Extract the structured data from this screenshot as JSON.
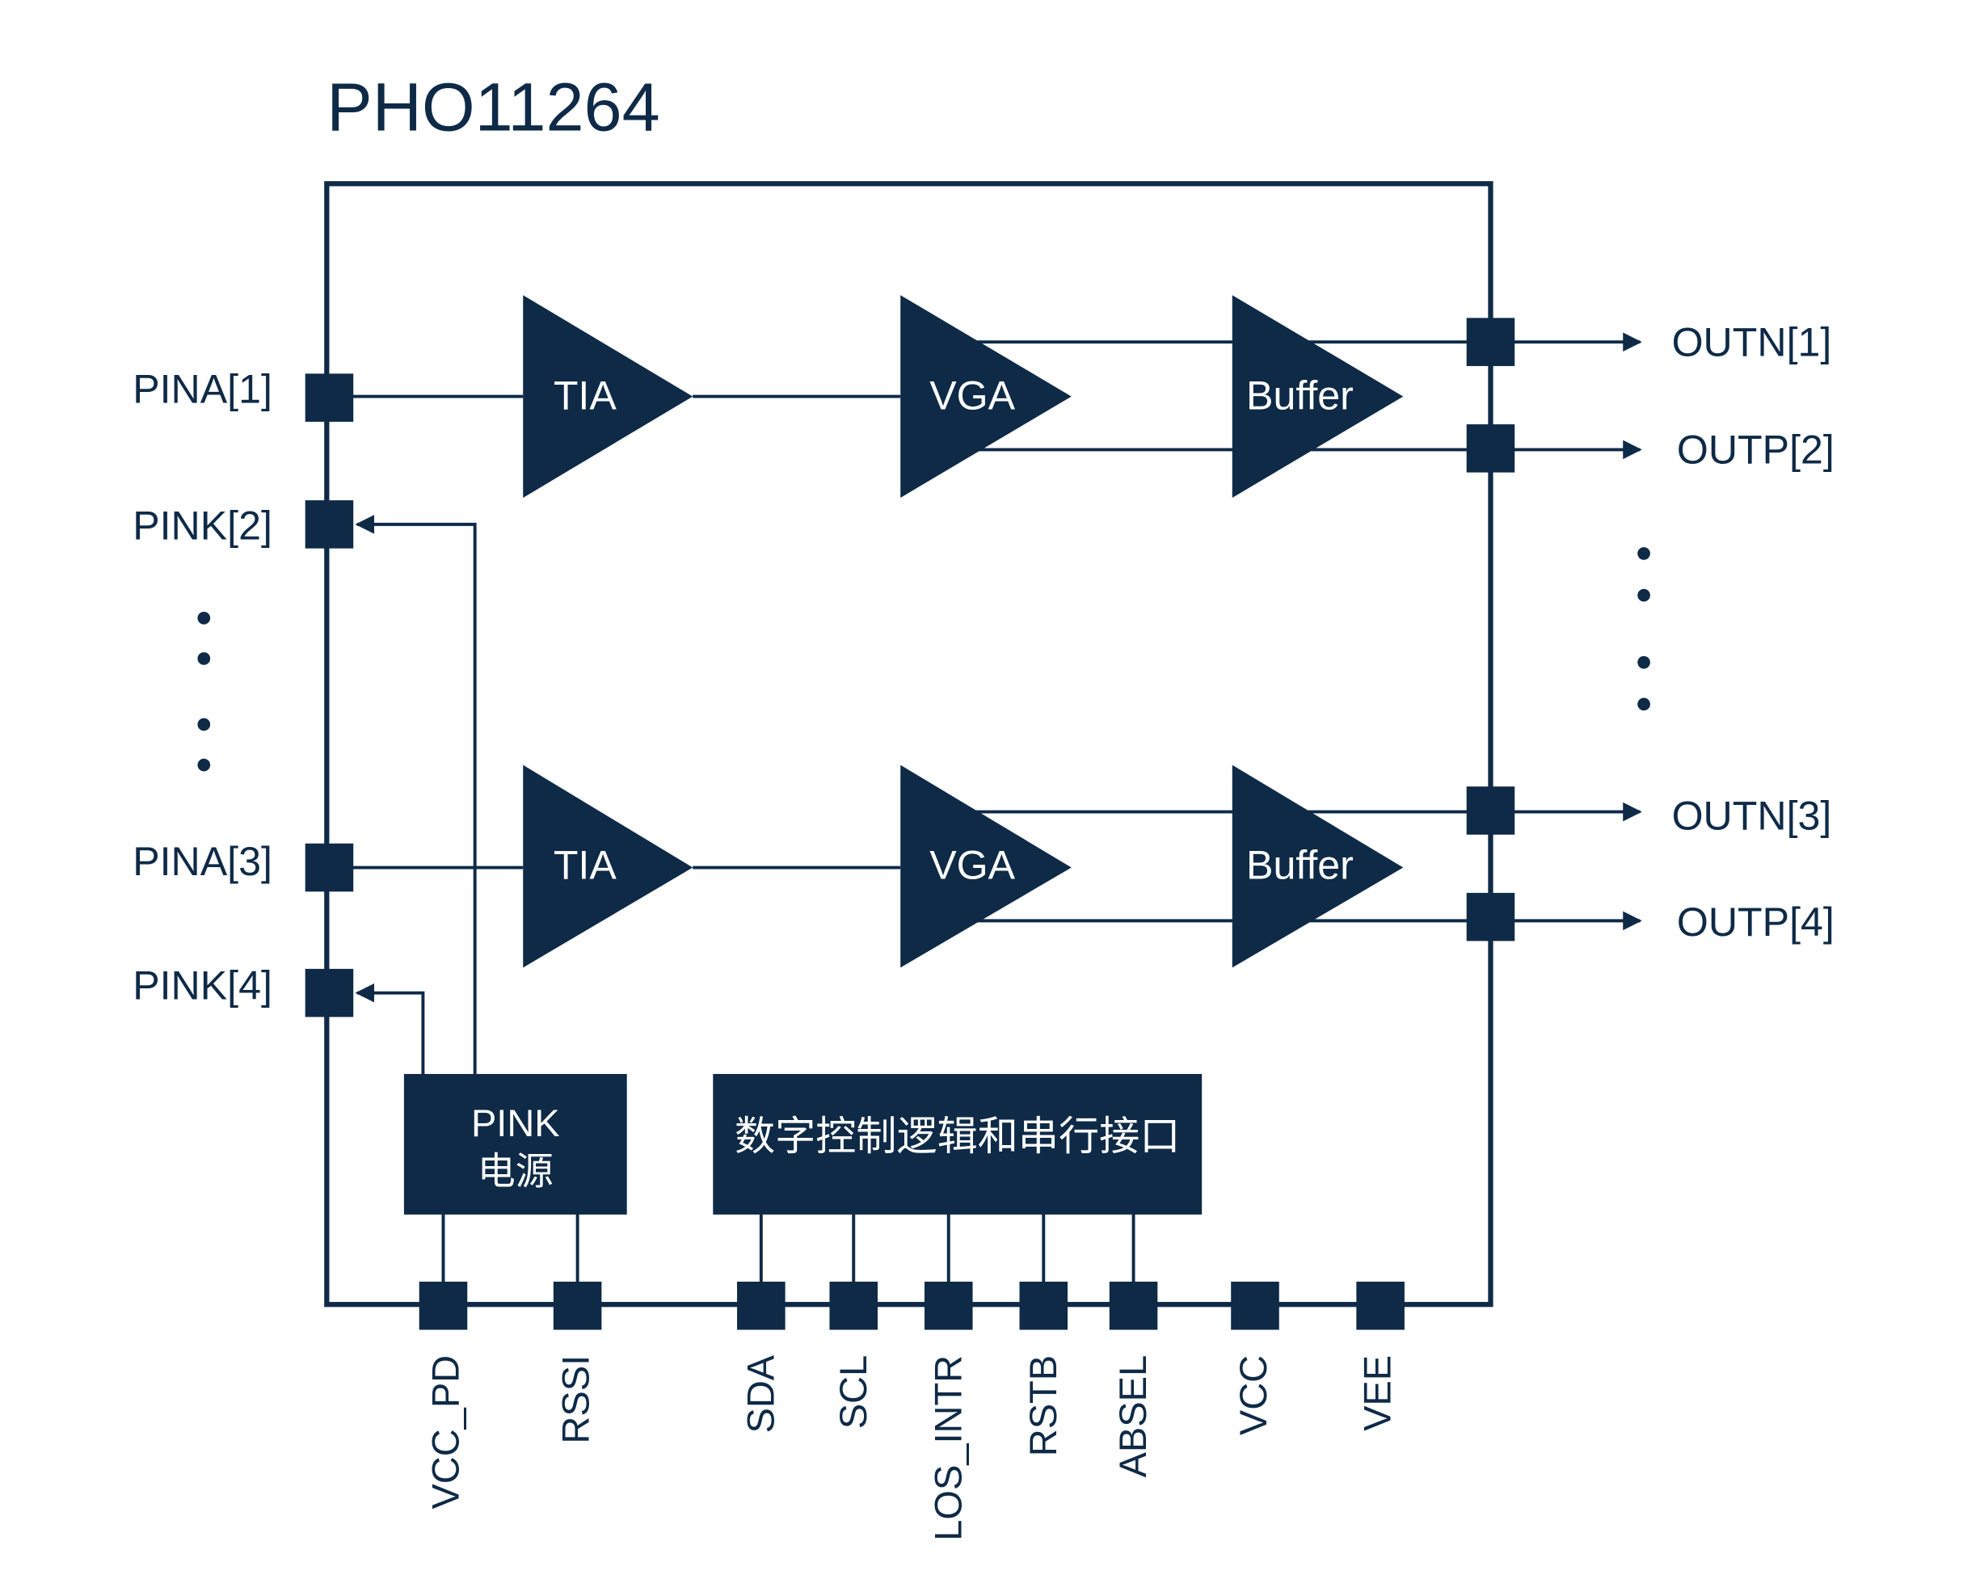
{
  "title": "PHO11264",
  "colors": {
    "primary": "#0e2a47",
    "background": "#ffffff"
  },
  "left_pins": [
    "PINA[1]",
    "PINK[2]",
    "PINA[3]",
    "PINK[4]"
  ],
  "right_pins": [
    "OUTN[1]",
    "OUTP[2]",
    "OUTN[3]",
    "OUTP[4]"
  ],
  "bottom_pins": [
    "VCC_PD",
    "RSSI",
    "SDA",
    "SCL",
    "LOS_INTR",
    "RSTB",
    "ABSEL",
    "VCC",
    "VEE"
  ],
  "blocks": {
    "tia": "TIA",
    "vga": "VGA",
    "buffer": "Buffer",
    "pink_power_line1": "PINK",
    "pink_power_line2": "电源",
    "digital": "数字控制逻辑和串行接口"
  }
}
